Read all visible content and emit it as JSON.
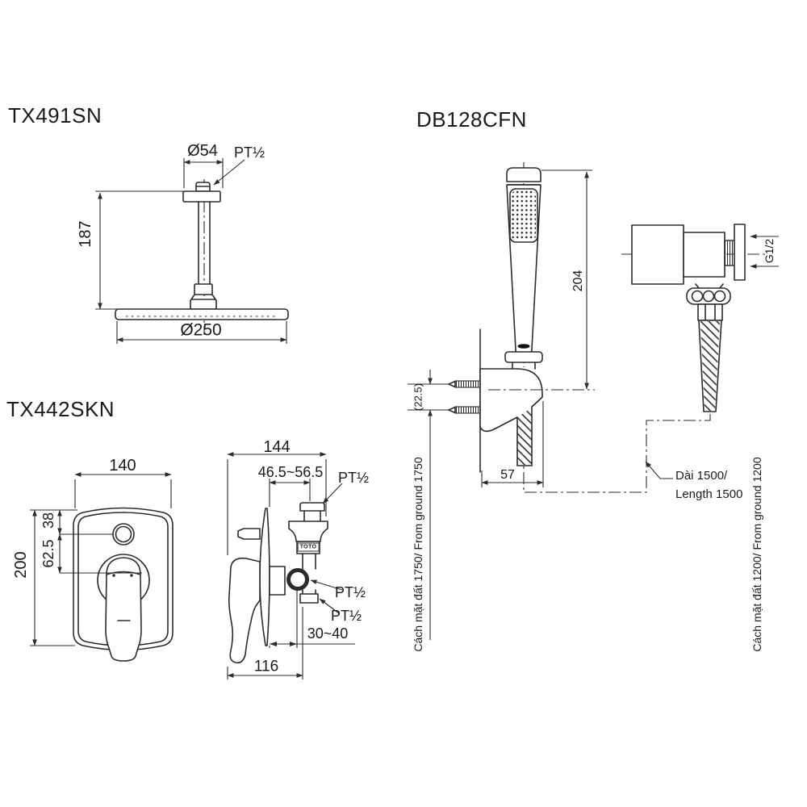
{
  "colors": {
    "line": "#2b2b2b",
    "text": "#1a1a1a",
    "background": "#ffffff"
  },
  "tx491sn": {
    "code": "TX491SN",
    "dim_top_diameter": "Ø54",
    "thread_top": "PT½",
    "dim_arm_height": "187",
    "dim_head_diameter": "Ø250"
  },
  "tx442skn": {
    "code": "TX442SKN",
    "brand_logo": "TOTO",
    "front": {
      "dim_width": "140",
      "dim_button_offset": "38",
      "dim_handle_offset": "62.5",
      "dim_height": "200"
    },
    "side": {
      "dim_depth": "144",
      "dim_outlet_offset": "46.5~56.5",
      "thread_top": "PT½",
      "thread_side": "PT½",
      "thread_bottom": "PT½",
      "dim_embed_range": "30~40",
      "dim_total_depth": "116"
    }
  },
  "db128cfn": {
    "code": "DB128CFN",
    "dim_wand_length": "204",
    "dim_screw_pitch": "(22.5)",
    "dim_bracket_width": "57",
    "thread_supply": "G1/2",
    "note_hose_length_vi": "Dài 1500/",
    "note_hose_length_en": "Length 1500",
    "note_ground_left": "Cách mặt đất 1750/ From ground 1750",
    "note_ground_right": "Cách mặt đất 1200/ From ground 1200"
  }
}
